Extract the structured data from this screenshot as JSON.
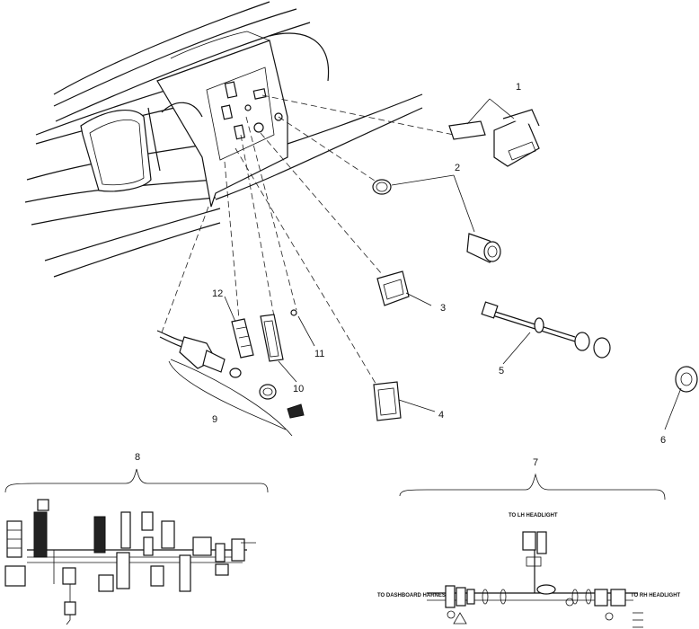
{
  "callouts": {
    "c1": "1",
    "c2": "2",
    "c3": "3",
    "c4": "4",
    "c5": "5",
    "c6": "6",
    "c7": "7",
    "c8": "8",
    "c9": "9",
    "c10": "10",
    "c11": "11",
    "c12": "12"
  },
  "schematic_right": {
    "to_lh_headlight": "TO LH HEADLIGHT",
    "to_dashboard_harness": "TO DASHBOARD HARNESS",
    "to_rh_headlight": "TO RH HEADLIGHT"
  }
}
